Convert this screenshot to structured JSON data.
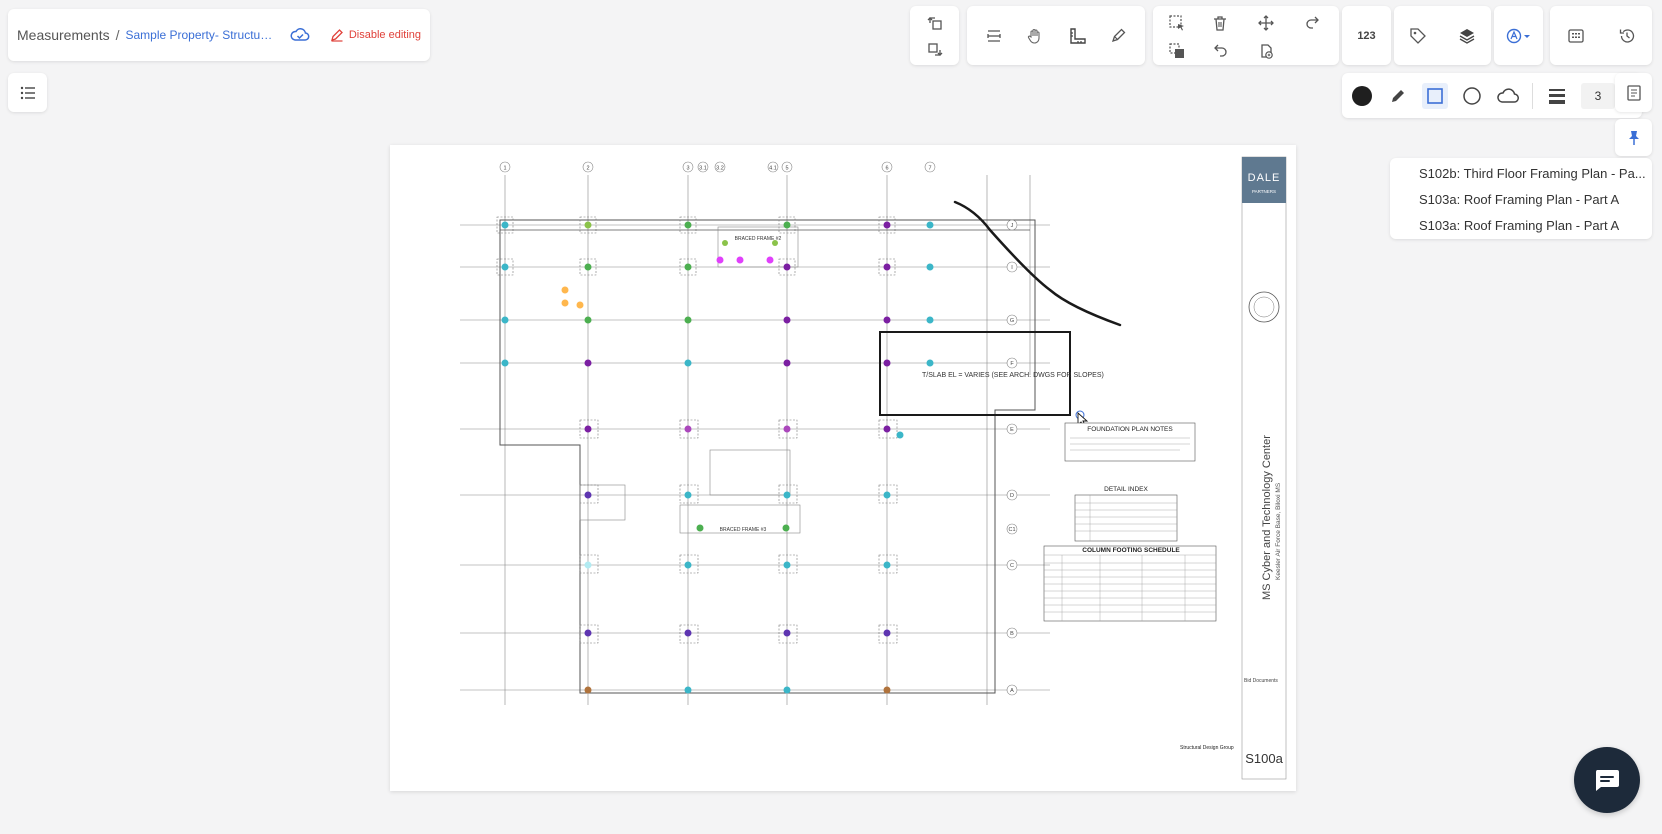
{
  "breadcrumb": {
    "root": "Measurements",
    "separator": "/",
    "project": "Sample Property- Structural ...",
    "disable_editing": "Disable editing"
  },
  "toolbar": {
    "count_label": "123",
    "line_count": "3"
  },
  "icons": {
    "cloud": "cloud-check-icon",
    "pencil": "pencil-icon",
    "list": "list-icon",
    "rotate_ccw": "rotate-ccw-icon",
    "rotate_cw": "rotate-cw-icon",
    "calibrate": "calibrate-icon",
    "hand": "hand-icon",
    "ruler": "ruler-icon",
    "highlighter": "highlighter-icon",
    "select_area": "select-area-icon",
    "trash": "trash-icon",
    "move": "move-icon",
    "redo": "redo-icon",
    "paste": "paste-icon",
    "undo": "undo-icon",
    "copy": "copy-icon",
    "tag": "tag-icon",
    "layers": "layers-icon",
    "color_picker": "color-picker-icon",
    "calculator": "calculator-icon",
    "history": "history-icon",
    "notes": "notes-icon",
    "pin": "pin-icon",
    "chat": "chat-icon"
  },
  "colors": {
    "accent": "#3b6fd6",
    "danger": "#e0413a",
    "fill_black": "#1f1f1f",
    "chat_bg": "#1d2a3a",
    "dale_blue": "#5f7990"
  },
  "drawing": {
    "title_block": {
      "logo_line1": "DALE",
      "logo_line2": "PARTNERS",
      "project_name": "MS Cyber and Technology Center",
      "project_location": "Keesler Air Force Base, Biloxi MS",
      "bid_documents": "Bid Documents",
      "sheet_number": "S100a",
      "firm": "Structural Design Group"
    },
    "notes": {
      "tslab": "T/SLAB EL = VARIES (SEE ARCH. DWGS FOR SLOPES)",
      "foundation_notes": "FOUNDATION PLAN NOTES",
      "detail_index": "DETAIL INDEX",
      "column_schedule": "COLUMN FOOTING SCHEDULE",
      "braced_frame_top": "BRACED FRAME #2",
      "braced_frame_mid": "BRACED FRAME #3"
    },
    "grid_top": [
      "1",
      "2",
      "3",
      "3.1",
      "3.2",
      "4.1",
      "5",
      "6",
      "7"
    ],
    "grid_right": [
      "J",
      "I",
      "G",
      "F",
      "E",
      "D",
      "C1",
      "C",
      "B",
      "A"
    ]
  },
  "sheet_dropdown": {
    "items": [
      "S102b: Third Floor Framing Plan - Pa...",
      "S103a: Roof Framing Plan - Part A",
      "S103a: Roof Framing Plan - Part A"
    ]
  }
}
